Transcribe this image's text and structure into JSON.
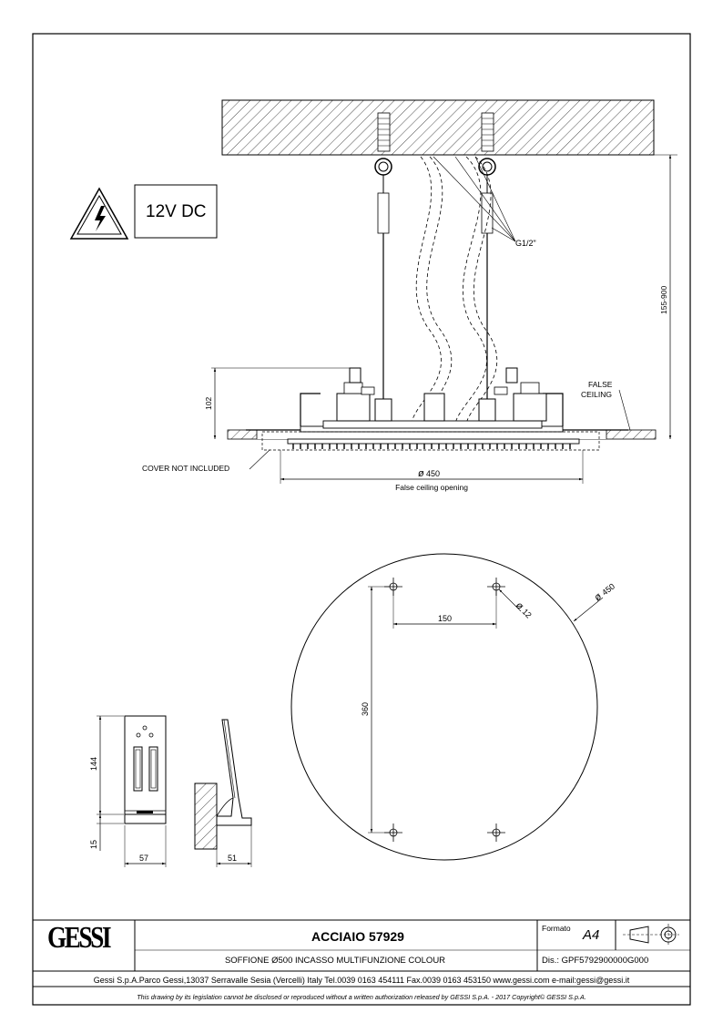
{
  "warning": {
    "voltage": "12V DC"
  },
  "labels": {
    "thread": "G1/2\"",
    "false_ceiling_l1": "FALSE",
    "false_ceiling_l2": "CEILING",
    "cover": "COVER NOT INCLUDED",
    "opening_dim": "450",
    "opening_caption": "False ceiling opening",
    "height_range": "155-900",
    "body_height": "102"
  },
  "plan": {
    "diameter": "450",
    "hole_diameter": "12",
    "hole_spacing_x": "150",
    "hole_spacing_y": "360"
  },
  "bracket": {
    "height_main": "144",
    "height_base": "15",
    "width_front": "57",
    "width_side": "51"
  },
  "title_block": {
    "logo": "GESSI",
    "title": "ACCIAIO 57929",
    "subtitle": "SOFFIONE Ø500 INCASSO MULTIFUNZIONE COLOUR",
    "format_label": "Formato",
    "format_value": "A4",
    "drawing_number": "Dis.: GPF5792900000G000",
    "address": "Gessi S.p.A.Parco Gessi,13037 Serravalle Sesia (Vercelli) Italy Tel.0039 0163 454111 Fax.0039 0163 453150 www.gessi.com e-mail:gessi@gessi.it",
    "legal": "This drawing by its legislation cannot be disclosed or reproduced without a written authorization released by GESSI S.p.A. - 2017 Copyright© GESSI S.p.A."
  }
}
